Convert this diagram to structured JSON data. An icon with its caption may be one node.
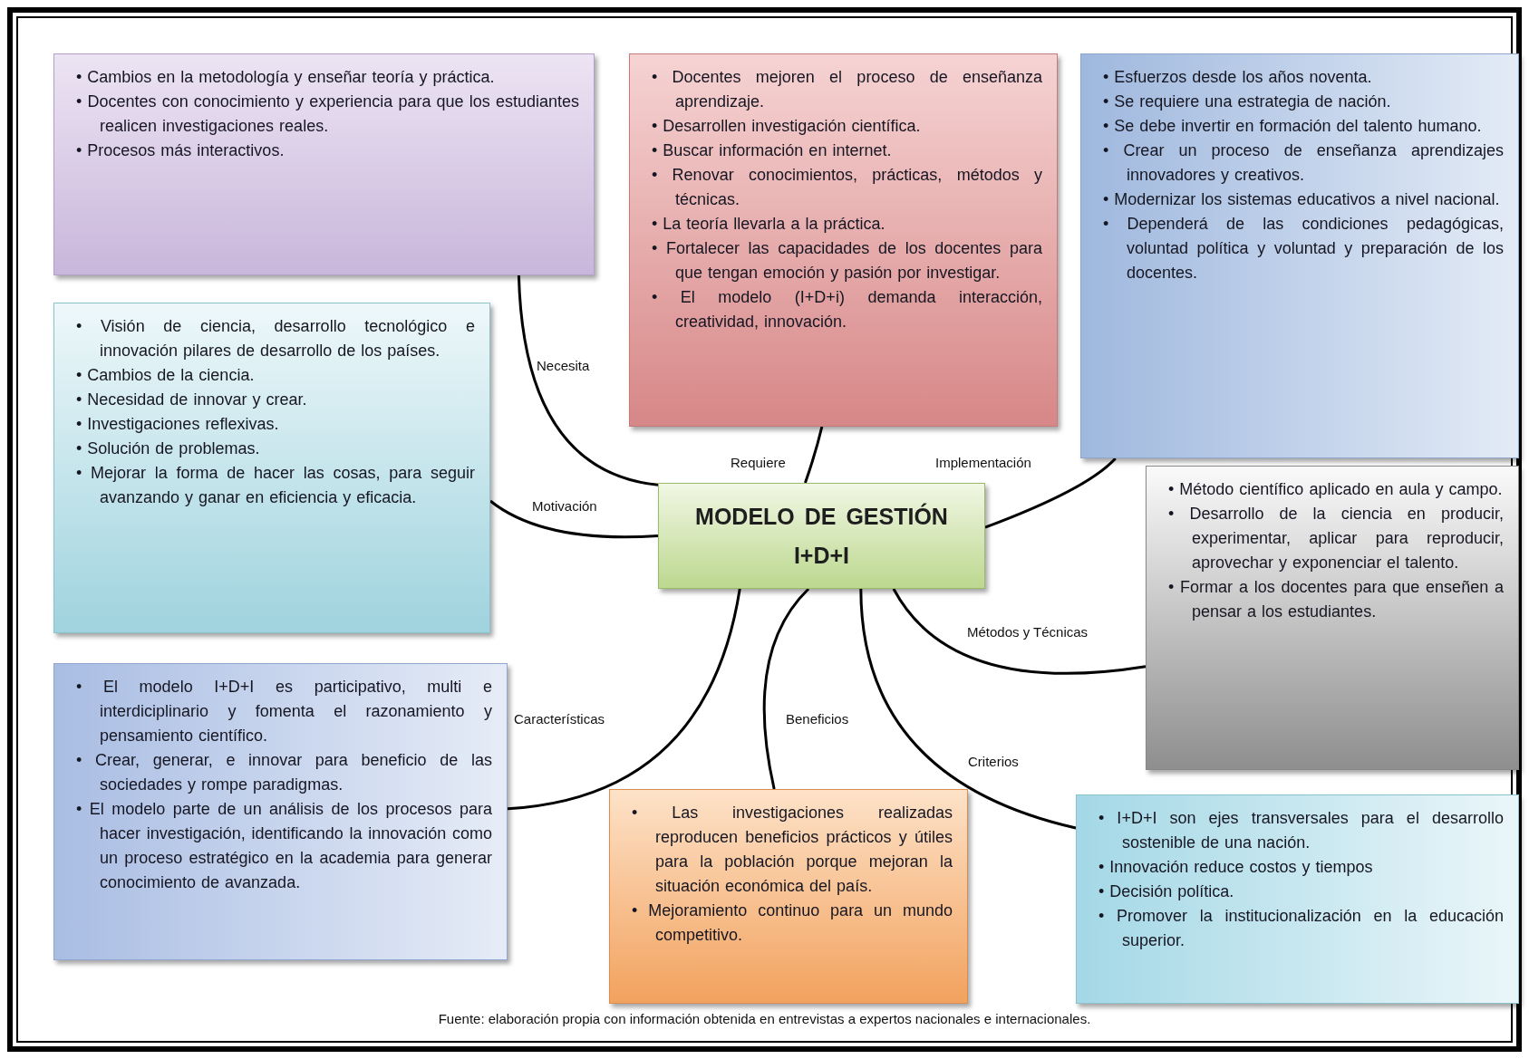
{
  "diagram": {
    "caption": "Fuente: elaboración propia con información obtenida en entrevistas a expertos nacionales e internacionales.",
    "nodes": [
      {
        "text": [
          "MODELO DE GESTIÓN I+D+I"
        ]
      },
      {
        "text": [
          "• Cambios en la metodología y enseñar teoría y práctica.",
          "• Docentes con conocimiento y experiencia para que los estudiantes realicen investigaciones reales.",
          "• Procesos más interactivos."
        ]
      },
      {
        "text": [
          "• Docentes mejoren el proceso de enseñanza aprendizaje.",
          "• Desarrollen investigación científica.",
          "• Buscar información en internet.",
          "• Renovar conocimientos, prácticas, métodos y técnicas.",
          "• La teoría llevarla a la práctica.",
          "• Fortalecer las capacidades de los docentes para que tengan emoción y pasión por investigar.",
          "• El modelo (I+D+i) demanda interacción, creatividad, innovación."
        ]
      },
      {
        "text": [
          "• Esfuerzos desde los años noventa.",
          "• Se requiere una estrategia de nación.",
          "• Se debe invertir en formación del talento humano.",
          "• Crear un proceso de enseñanza aprendizajes innovadores y creativos.",
          "• Modernizar los sistemas educativos a nivel nacional.",
          "• Dependerá de las condiciones pedagógicas, voluntad política y voluntad y preparación de los docentes."
        ]
      },
      {
        "text": [
          "• Visión de ciencia, desarrollo tecnológico e innovación pilares de desarrollo de los países.",
          "• Cambios de la ciencia.",
          "• Necesidad de innovar y crear.",
          "• Investigaciones reflexivas.",
          "• Solución de problemas.",
          "• Mejorar la forma de hacer las cosas, para seguir avanzando y ganar en eficiencia y eficacia."
        ]
      },
      {
        "text": [
          "• Método científico aplicado en aula y campo.",
          "• Desarrollo de la ciencia en producir, experimentar, aplicar para reproducir, aprovechar y exponenciar el talento.",
          "• Formar a los docentes para que enseñen a pensar a los estudiantes."
        ]
      },
      {
        "text": [
          "• El modelo I+D+I es participativo, multi e interdiciplinario y fomenta el razonamiento y pensamiento científico.",
          "• Crear, generar, e innovar para beneficio de las sociedades y rompe paradigmas.",
          "• El modelo parte de un análisis de los procesos para hacer investigación, identificando la innovación como un proceso estratégico en la academia para generar conocimiento de avanzada."
        ]
      },
      {
        "text": [
          "• Las investigaciones realizadas reproducen beneficios prácticos y útiles para la población porque mejoran la situación económica del país.",
          "• Mejoramiento continuo para un mundo competitivo."
        ]
      },
      {
        "text": [
          "• I+D+I son ejes transversales para el desarrollo sostenible de una nación.",
          "• Innovación reduce costos y tiempos",
          "• Decisión política.",
          "• Promover la institucionalización en la educación superior."
        ]
      }
    ],
    "edges": [
      {
        "from": 0,
        "to": 1,
        "arrow": "none",
        "label": "Necesita"
      },
      {
        "from": 0,
        "to": 2,
        "arrow": "none",
        "label": "Requiere"
      },
      {
        "from": 0,
        "to": 3,
        "arrow": "none",
        "label": "Implementación"
      },
      {
        "from": 0,
        "to": 4,
        "arrow": "none",
        "label": "Motivación"
      },
      {
        "from": 0,
        "to": 5,
        "arrow": "none",
        "label": "Métodos y Técnicas"
      },
      {
        "from": 0,
        "to": 6,
        "arrow": "none",
        "label": "Características"
      },
      {
        "from": 0,
        "to": 7,
        "arrow": "none",
        "label": "Beneficios"
      },
      {
        "from": 0,
        "to": 8,
        "arrow": "none",
        "label": "Criterios"
      }
    ]
  }
}
